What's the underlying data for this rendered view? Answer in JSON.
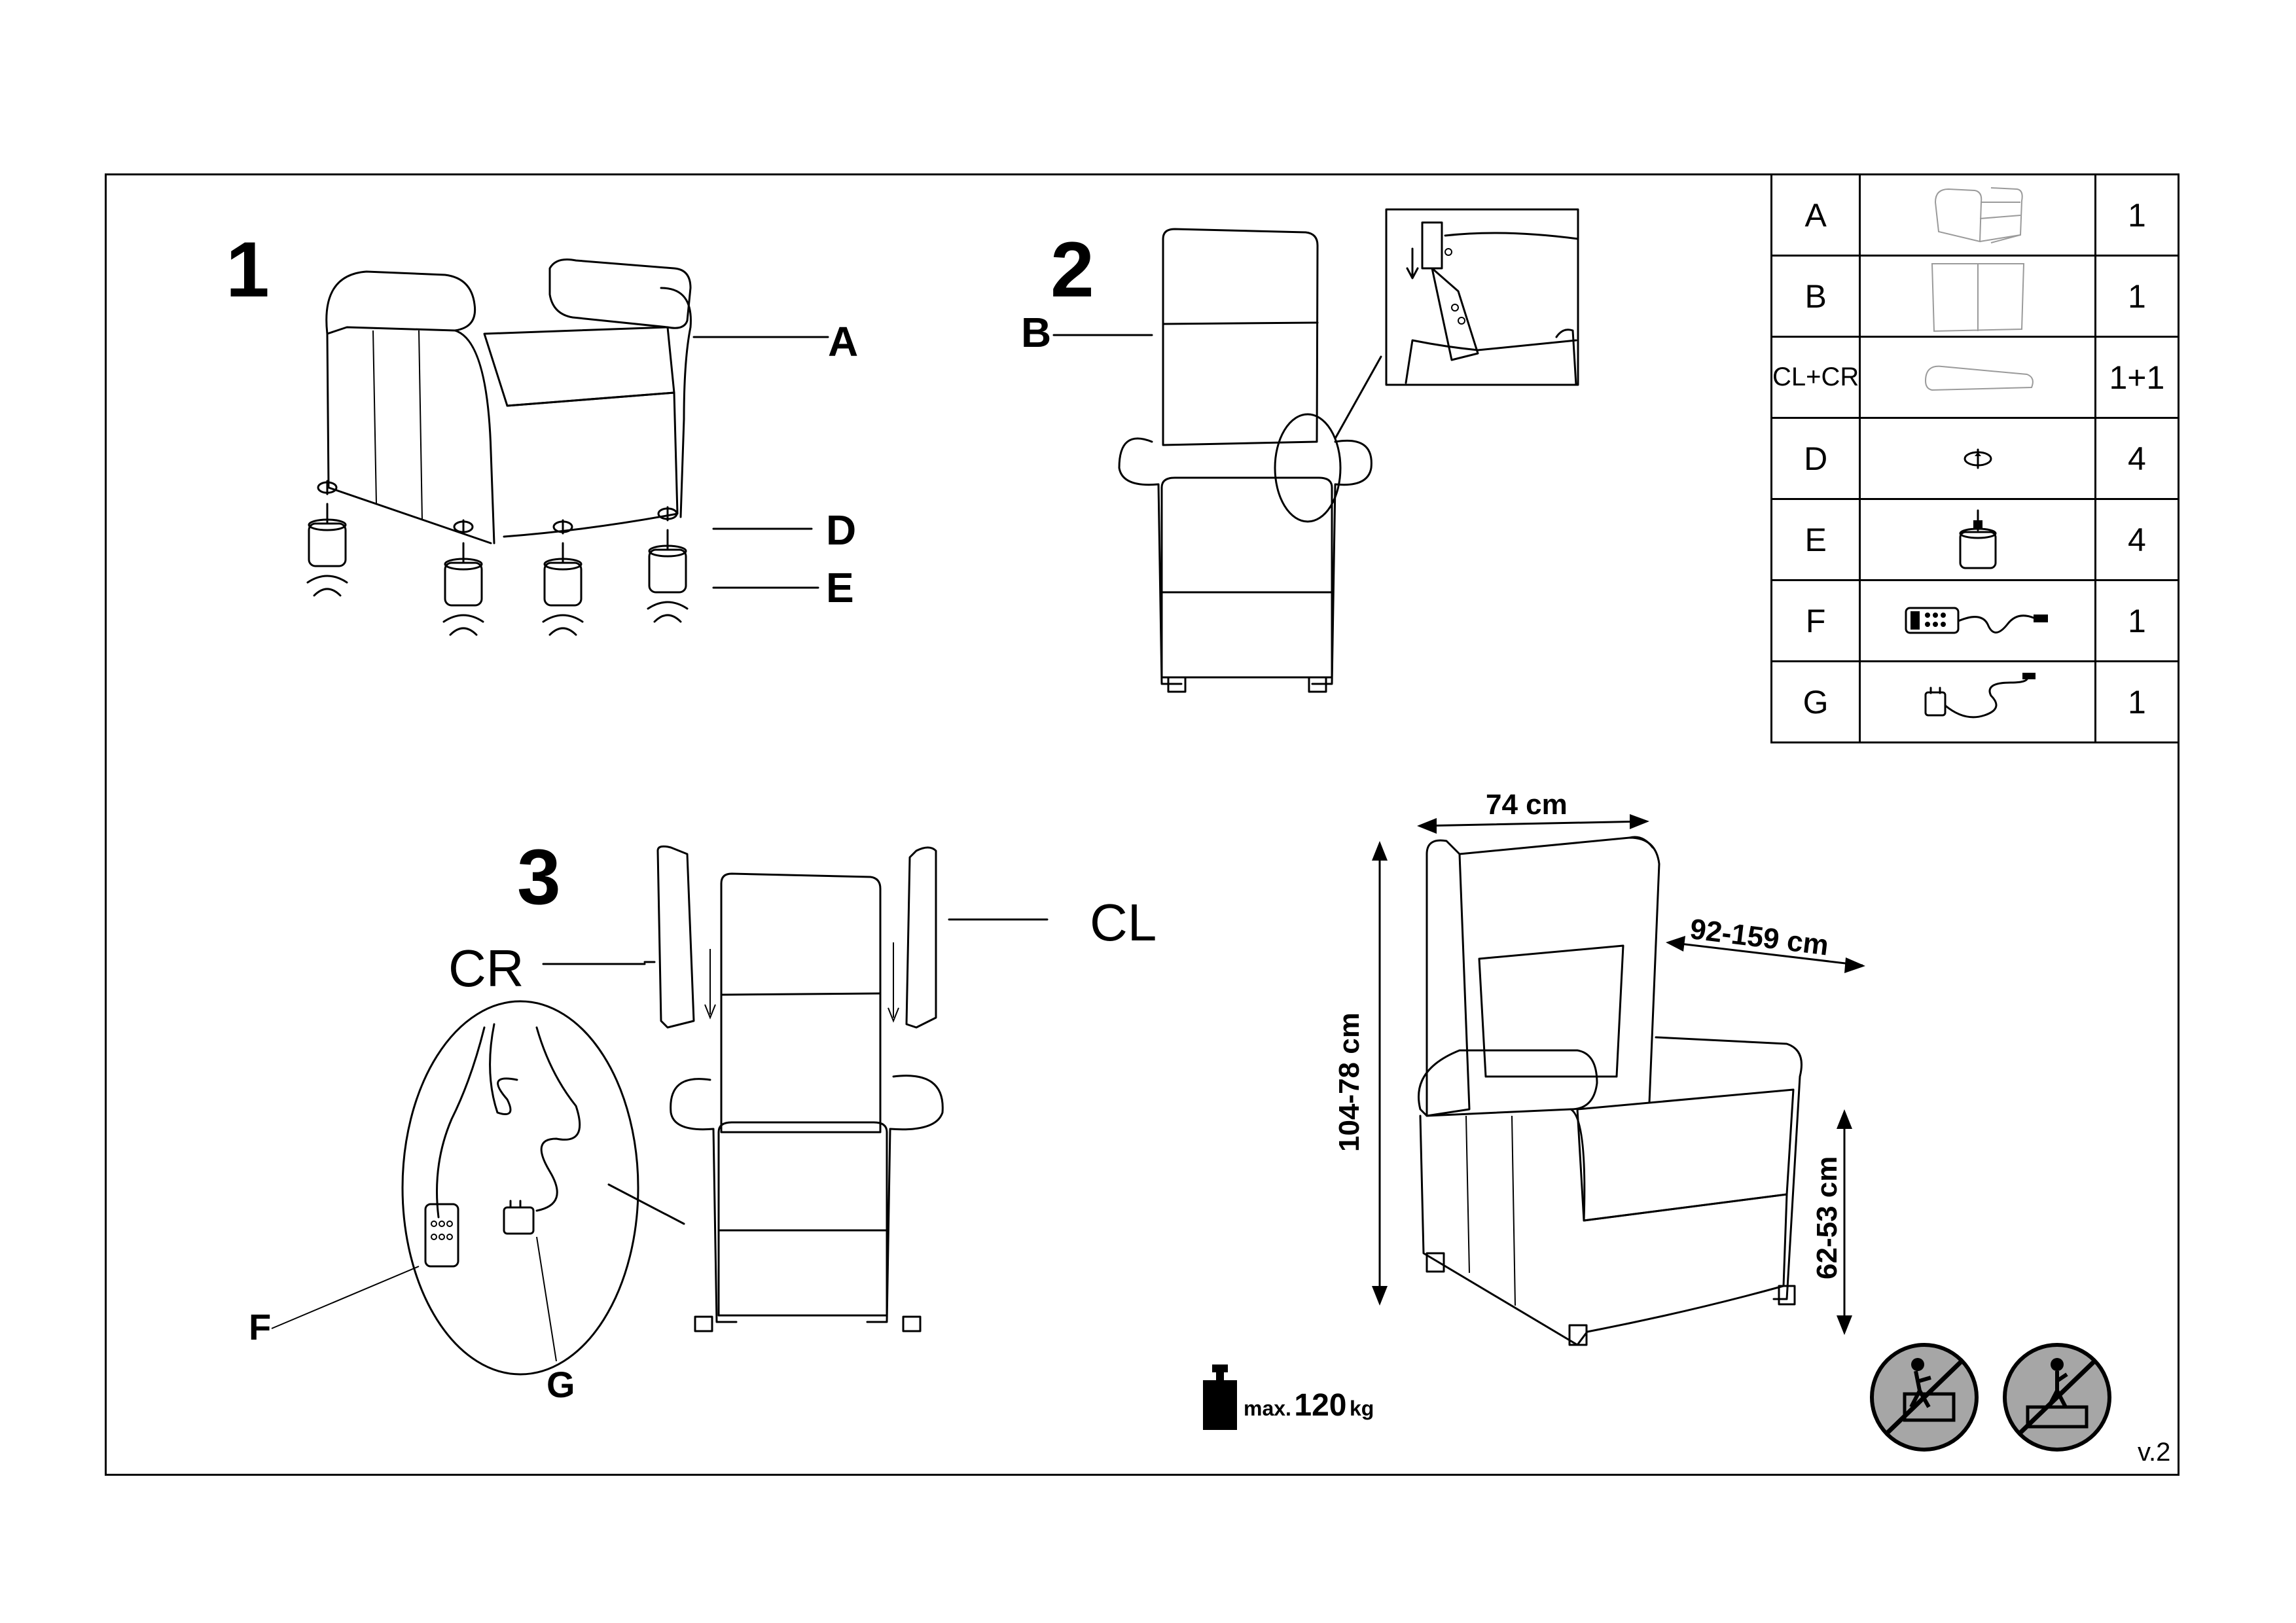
{
  "steps": {
    "s1": "1",
    "s2": "2",
    "s3": "3"
  },
  "callouts": {
    "a": "A",
    "b": "B",
    "d": "D",
    "e": "E",
    "cl": "CL",
    "cr": "CR",
    "f": "F",
    "g": "G"
  },
  "dimensions": {
    "width": "74 cm",
    "depth": "92-159 cm",
    "height": "104-78 cm",
    "seat_height": "62-53 cm"
  },
  "max_load": {
    "prefix": "max.",
    "value": "120",
    "unit": "kg"
  },
  "parts_table": [
    {
      "id": "A",
      "icon": "armchair-icon",
      "qty": "1"
    },
    {
      "id": "B",
      "icon": "backrest-icon",
      "qty": "1"
    },
    {
      "id": "CL+CR",
      "icon": "wing-cushion-icon",
      "qty": "1+1"
    },
    {
      "id": "D",
      "icon": "screw-icon",
      "qty": "4"
    },
    {
      "id": "E",
      "icon": "foot-icon",
      "qty": "4"
    },
    {
      "id": "F",
      "icon": "remote-control-icon",
      "qty": "1"
    },
    {
      "id": "G",
      "icon": "power-adapter-icon",
      "qty": "1"
    }
  ],
  "warnings": [
    "no-standing-on-chair-icon",
    "no-climbing-icon"
  ],
  "version": "v.2"
}
